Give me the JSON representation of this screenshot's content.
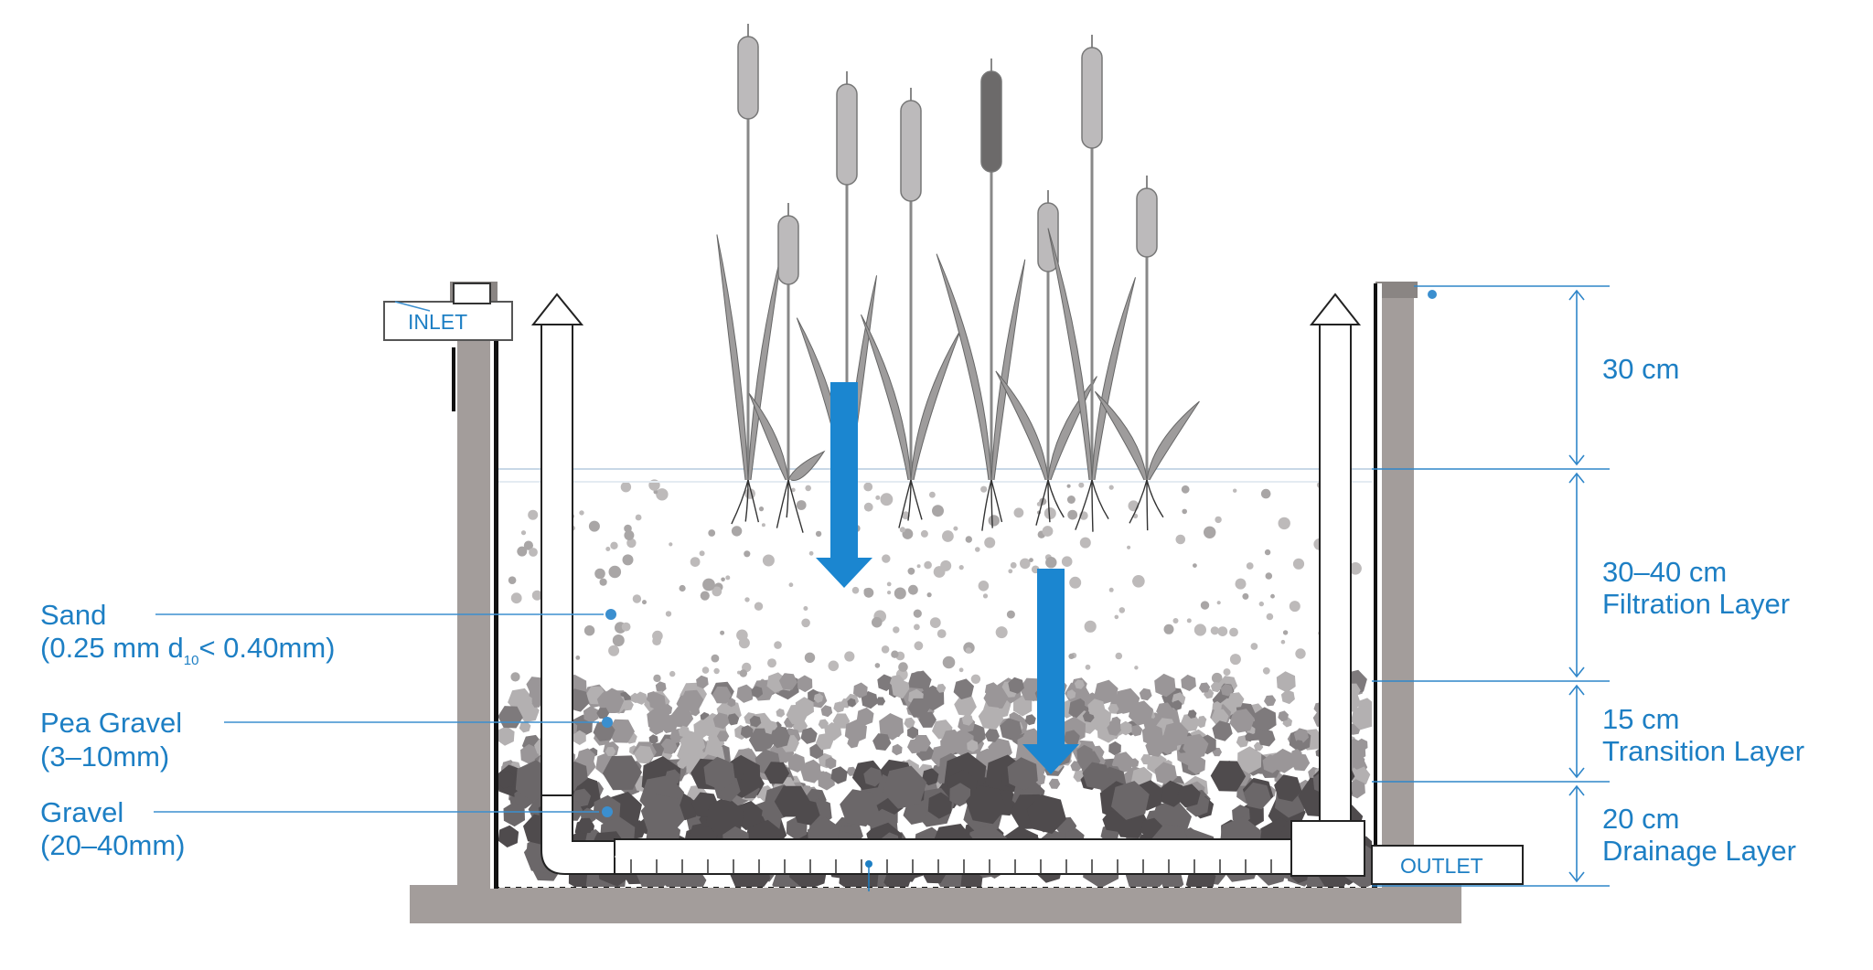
{
  "labels": {
    "inlet": "INLET",
    "outlet": "OUTLET",
    "sand_name": "Sand",
    "sand_spec_a": "(0.25 mm d",
    "sand_spec_sub": "10",
    "sand_spec_b": "< 0.40mm)",
    "pea_gravel_name": "Pea Gravel",
    "pea_gravel_spec": "(3–10mm)",
    "gravel_name": "Gravel",
    "gravel_spec": "(20–40mm)"
  },
  "dimensions": {
    "freeboard": "30 cm",
    "filtration_depth": "30–40 cm",
    "filtration_name": "Filtration Layer",
    "transition_depth": "15 cm",
    "transition_name": "Transition Layer",
    "drainage_depth": "20 cm",
    "drainage_name": "Drainage Layer"
  },
  "colors": {
    "label_blue": "#1d7fc4",
    "flow_arrow": "#1b86d0",
    "wall_gray": "#a39d9b",
    "gravel_dark": "#4f4b4d",
    "gravel_mid": "#8d898b",
    "sand_gray": "#bdbaba"
  }
}
